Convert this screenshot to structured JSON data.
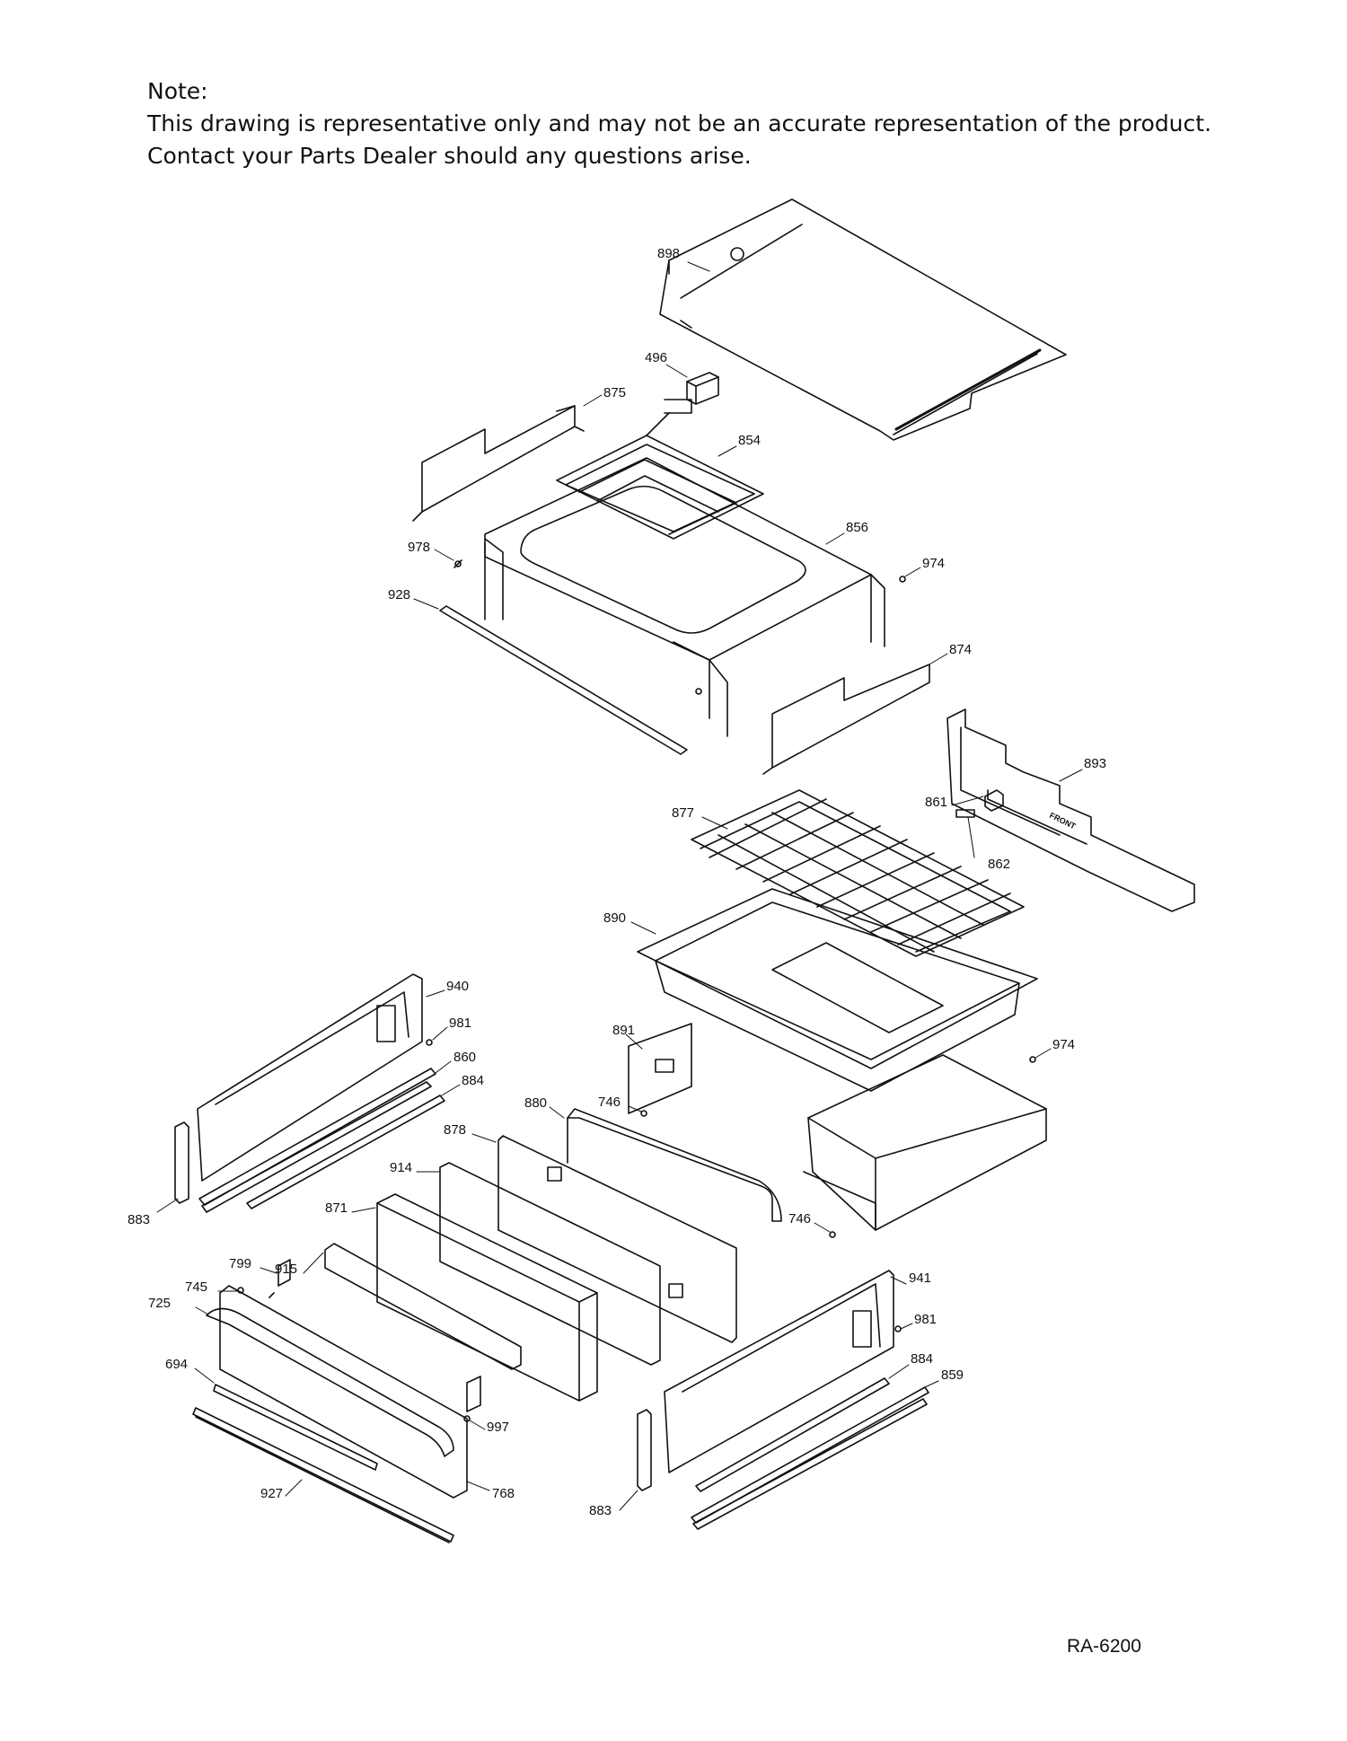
{
  "note": {
    "heading": "Note:",
    "line1": "This drawing is representative only and may not be an accurate representation of the product.",
    "line2": "Contact your Parts Dealer should any questions arise."
  },
  "document_id": "RA-6200",
  "panel_marking": "FRONT",
  "parts": [
    {
      "id": "p898",
      "num": "898"
    },
    {
      "id": "p496",
      "num": "496"
    },
    {
      "id": "p875",
      "num": "875"
    },
    {
      "id": "p854",
      "num": "854"
    },
    {
      "id": "p856",
      "num": "856"
    },
    {
      "id": "p978",
      "num": "978"
    },
    {
      "id": "p974a",
      "num": "974"
    },
    {
      "id": "p928",
      "num": "928"
    },
    {
      "id": "p874",
      "num": "874"
    },
    {
      "id": "p893",
      "num": "893"
    },
    {
      "id": "p861",
      "num": "861"
    },
    {
      "id": "p877",
      "num": "877"
    },
    {
      "id": "p862",
      "num": "862"
    },
    {
      "id": "p890",
      "num": "890"
    },
    {
      "id": "p940",
      "num": "940"
    },
    {
      "id": "p981a",
      "num": "981"
    },
    {
      "id": "p891",
      "num": "891"
    },
    {
      "id": "p974b",
      "num": "974"
    },
    {
      "id": "p860",
      "num": "860"
    },
    {
      "id": "p884a",
      "num": "884"
    },
    {
      "id": "p880",
      "num": "880"
    },
    {
      "id": "p746a",
      "num": "746"
    },
    {
      "id": "p878",
      "num": "878"
    },
    {
      "id": "p914",
      "num": "914"
    },
    {
      "id": "p883a",
      "num": "883"
    },
    {
      "id": "p871",
      "num": "871"
    },
    {
      "id": "p746b",
      "num": "746"
    },
    {
      "id": "p915",
      "num": "915"
    },
    {
      "id": "p745",
      "num": "745"
    },
    {
      "id": "p799",
      "num": "799"
    },
    {
      "id": "p725",
      "num": "725"
    },
    {
      "id": "p941",
      "num": "941"
    },
    {
      "id": "p981b",
      "num": "981"
    },
    {
      "id": "p694",
      "num": "694"
    },
    {
      "id": "p884b",
      "num": "884"
    },
    {
      "id": "p859",
      "num": "859"
    },
    {
      "id": "p997",
      "num": "997"
    },
    {
      "id": "p927",
      "num": "927"
    },
    {
      "id": "p768",
      "num": "768"
    },
    {
      "id": "p883b",
      "num": "883"
    }
  ]
}
